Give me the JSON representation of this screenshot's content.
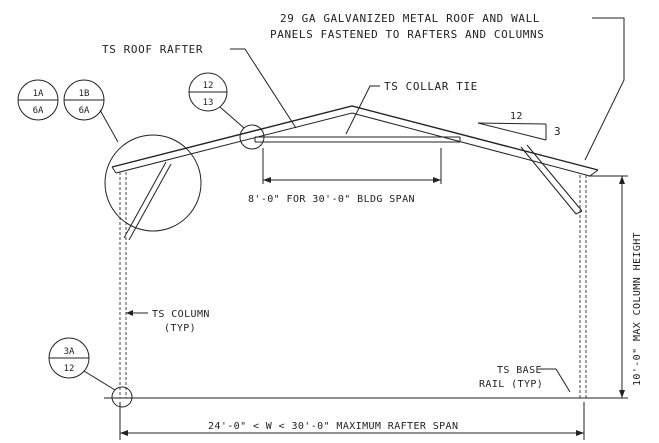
{
  "labels": {
    "roof_panels_line1": "29 GA GALVANIZED METAL ROOF AND WALL",
    "roof_panels_line2": "PANELS FASTENED TO RAFTERS AND COLUMNS",
    "roof_rafter": "TS ROOF RAFTER",
    "collar_tie": "TS COLLAR TIE",
    "collar_span": "8'-0\" FOR 30'-0\" BLDG SPAN",
    "column_line1": "TS COLUMN",
    "column_line2": "(TYP)",
    "base_rail_line1": "TS BASE",
    "base_rail_line2": "RAIL (TYP)",
    "column_height": "10'-0\" MAX COLUMN HEIGHT",
    "rafter_span": "24'-0\" < W < 30'-0\" MAXIMUM RAFTER SPAN"
  },
  "slope": {
    "run": "12",
    "rise": "3"
  },
  "detail_bubbles": {
    "b1": {
      "top": "1A",
      "bottom": "6A"
    },
    "b2": {
      "top": "1B",
      "bottom": "6A"
    },
    "b3": {
      "top": "12",
      "bottom": "13"
    },
    "b4": {
      "top": "3A",
      "bottom": "12"
    }
  }
}
